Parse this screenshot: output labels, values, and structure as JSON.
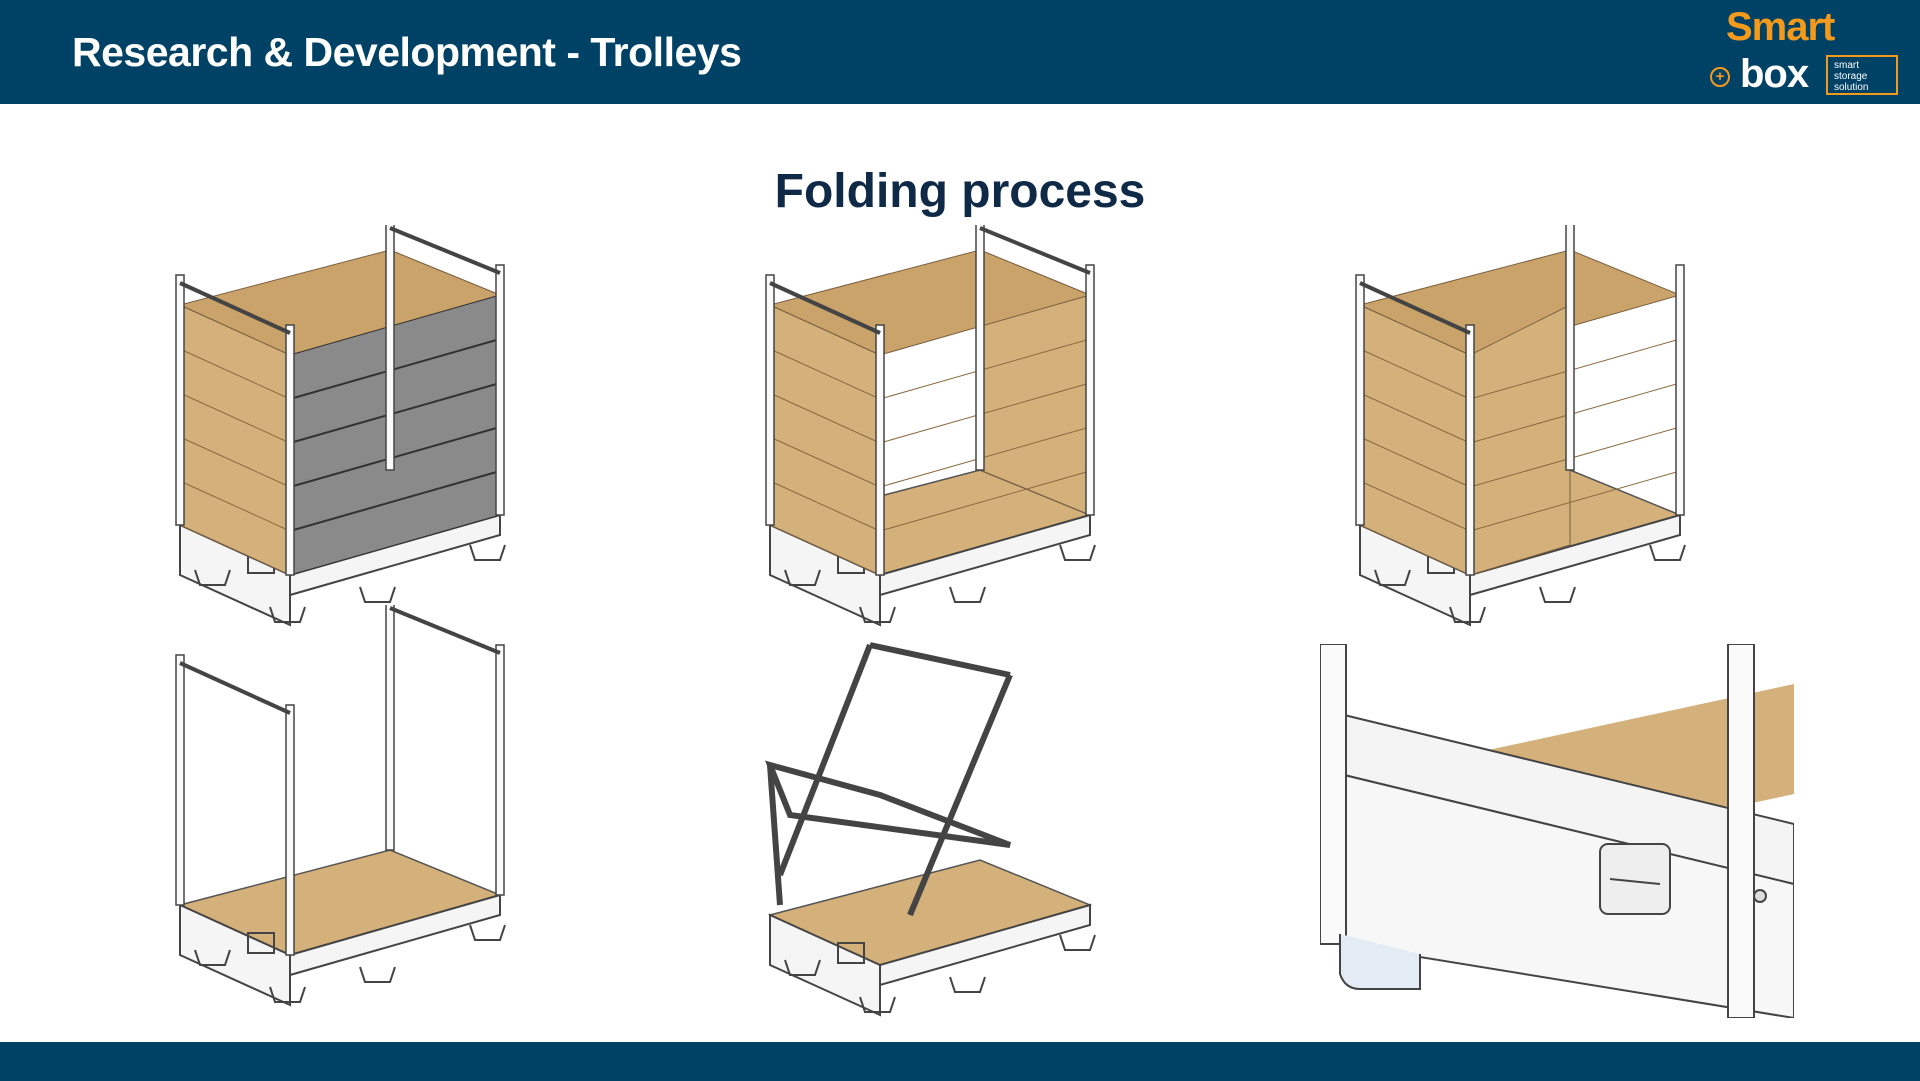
{
  "header": {
    "title": "Research & Development - Trolleys"
  },
  "logo": {
    "word1": "Smart",
    "word2": "box",
    "tagline": [
      "smart",
      "storage",
      "solution"
    ],
    "plus": "+"
  },
  "page": {
    "title": "Folding process"
  },
  "colors": {
    "header_bg": "#004266",
    "logo_orange": "#f39a1c",
    "title": "#0f2a47",
    "cardboard": "#d4b07a",
    "grey_panel": "#8a8a8a"
  },
  "steps": [
    {
      "name": "step-1-full-with-cover"
    },
    {
      "name": "step-2-shelves"
    },
    {
      "name": "step-3-side-removed"
    },
    {
      "name": "step-4-walls-removed"
    },
    {
      "name": "step-5-frame-folding"
    },
    {
      "name": "step-6-detail"
    }
  ]
}
